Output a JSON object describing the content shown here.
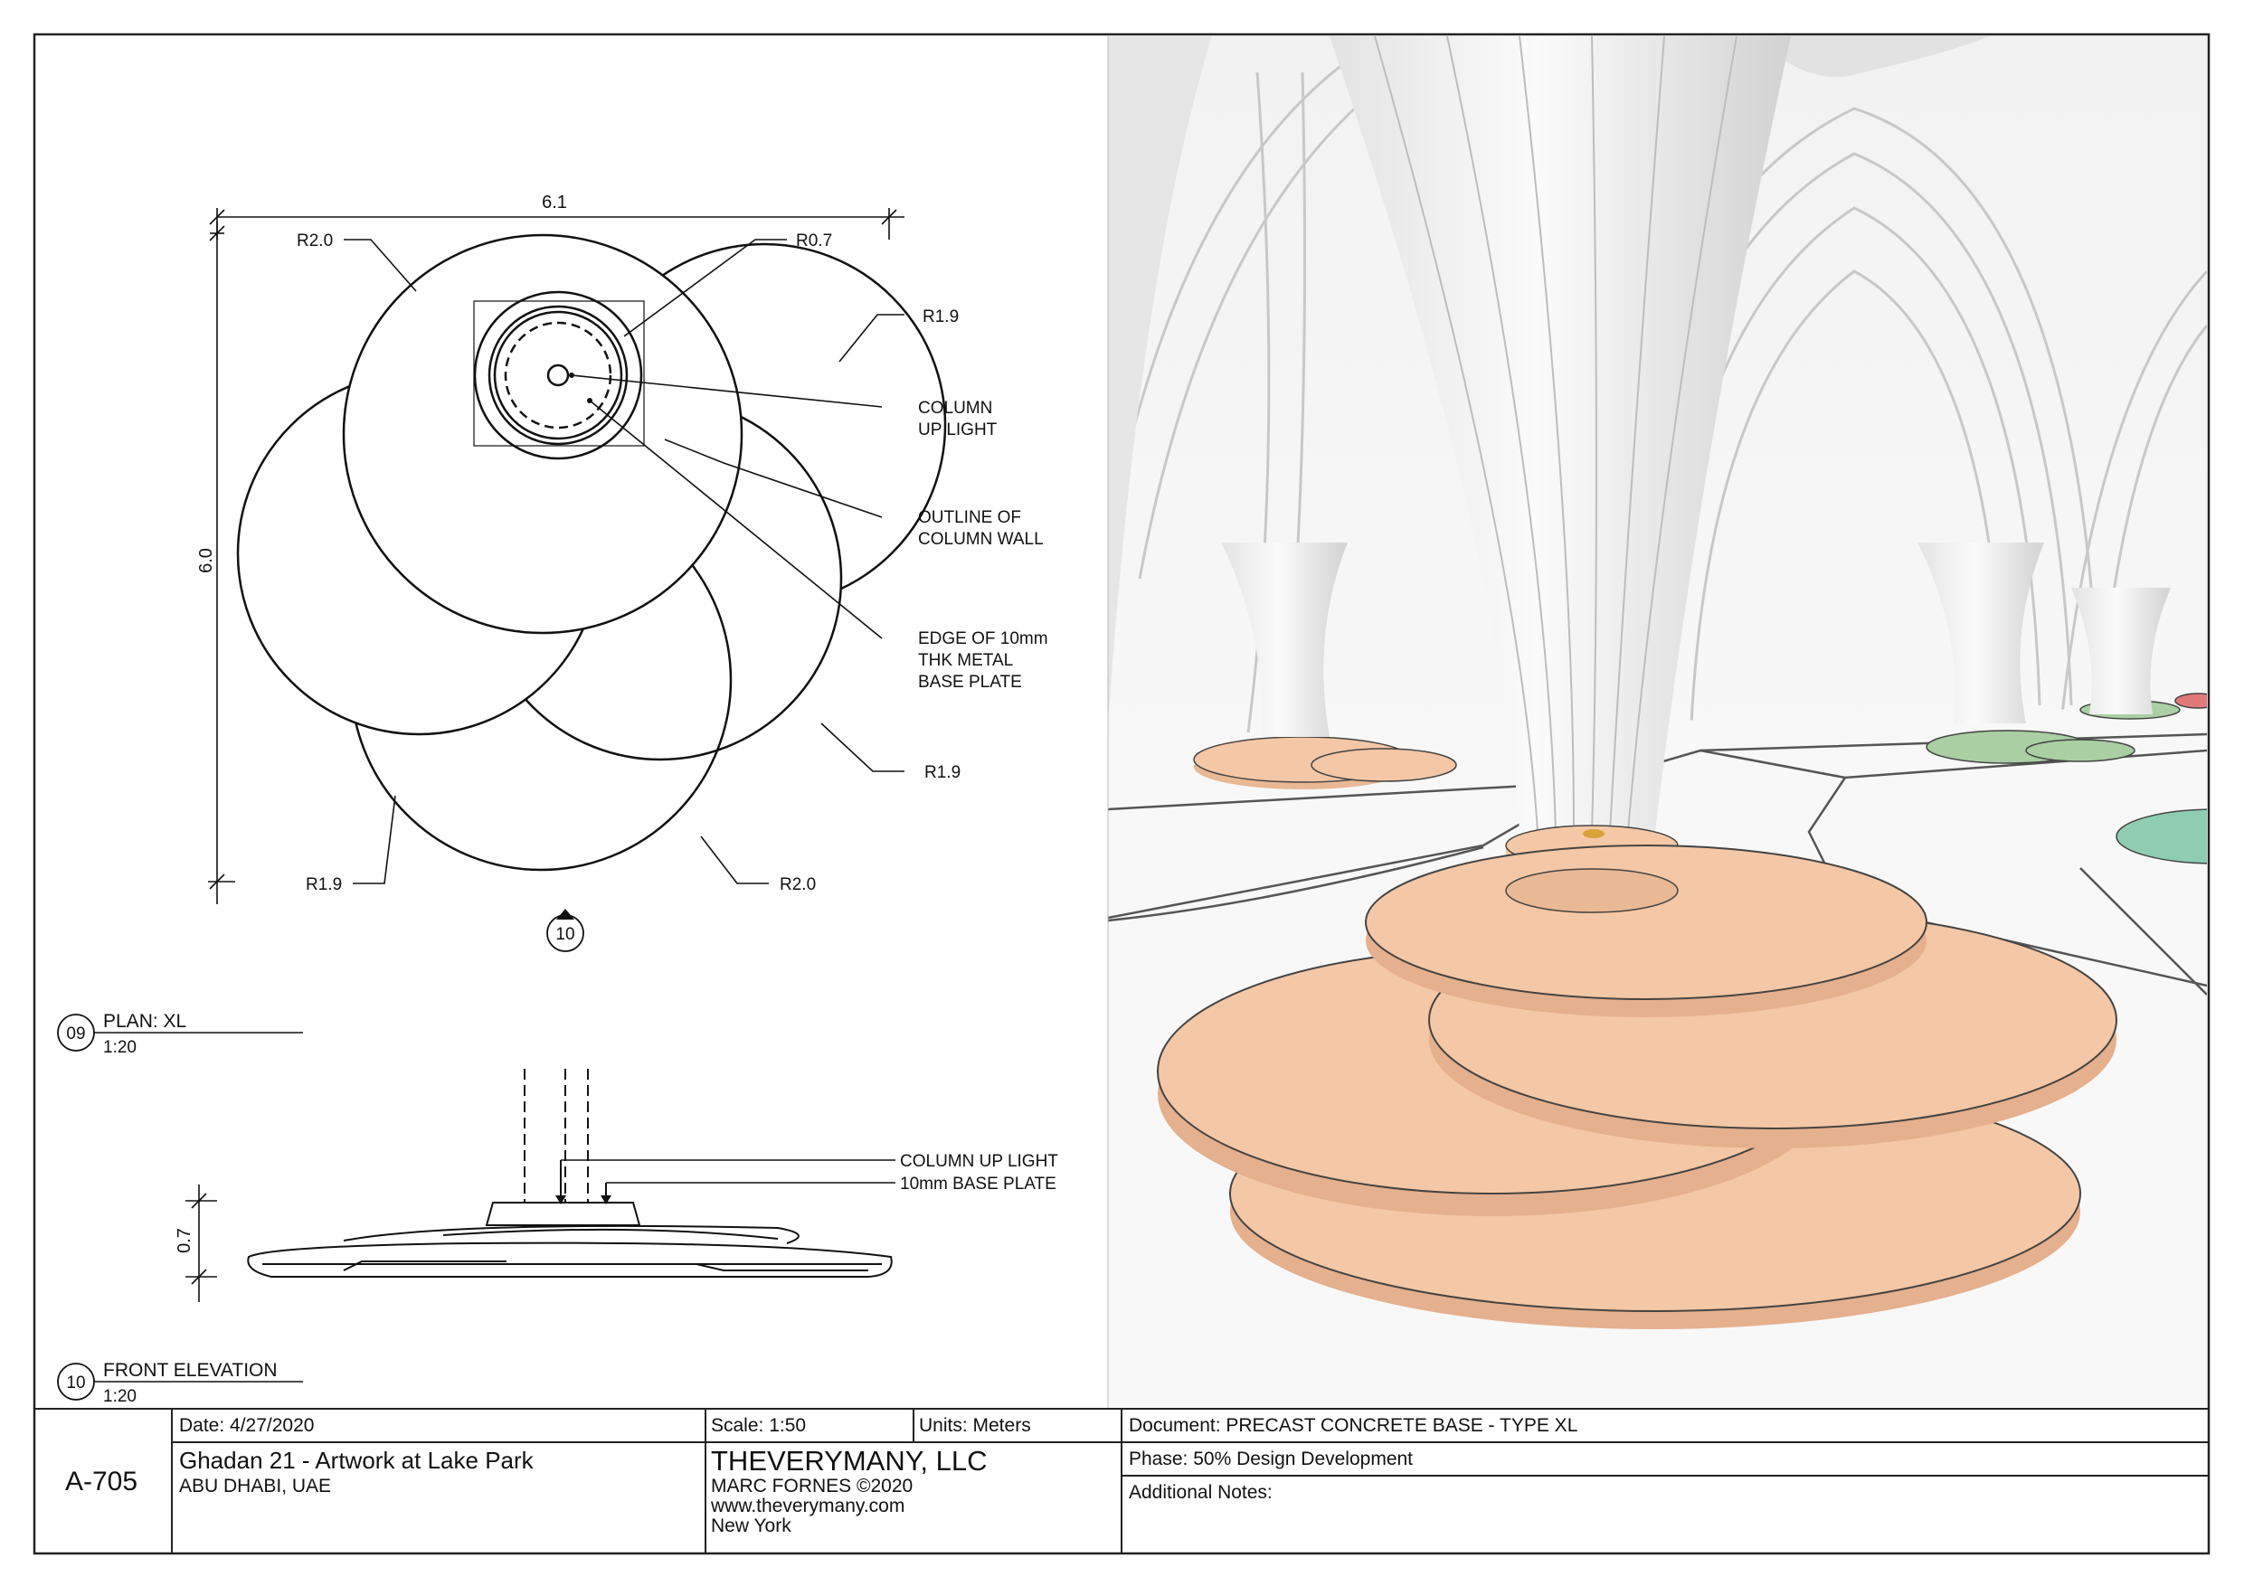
{
  "plan": {
    "overall_width": "6.1",
    "overall_height": "6.0",
    "radius_top_left": "R2.0",
    "radius_light": "R0.7",
    "radius_right_top": "R1.9",
    "radius_right_bottom": "R1.9",
    "radius_bottom_left": "R1.9",
    "radius_bottom_right": "R2.0",
    "callout_column_up_light": [
      "COLUMN",
      "UP LIGHT"
    ],
    "callout_outline": [
      "OUTLINE OF",
      "COLUMN WALL"
    ],
    "callout_edge": [
      "EDGE OF 10mm",
      "THK METAL",
      "BASE PLATE"
    ],
    "section_marker": "10",
    "view_number": "09",
    "view_title": "PLAN: XL",
    "view_scale": "1:20"
  },
  "elevation": {
    "height": "0.7",
    "callout_light": "COLUMN UP LIGHT",
    "callout_plate": "10mm BASE PLATE",
    "view_number": "10",
    "view_title": "FRONT ELEVATION",
    "view_scale": "1:20"
  },
  "render": {
    "base_color": "#f4c7a6",
    "green_color": "#a9cfa2",
    "teal_color": "#8fcdb3",
    "red_color": "#e07a7a"
  },
  "title_block": {
    "sheet_number": "A-705",
    "date": "Date: 4/27/2020",
    "project_name": "Ghadan 21 - Artwork at Lake Park",
    "location": "ABU DHABI, UAE",
    "scale": "Scale: 1:50",
    "units": "Units: Meters",
    "firm_name": "THEVERYMANY, LLC",
    "firm_line1": "MARC FORNES ©2020",
    "firm_line2": "www.theverymany.com",
    "firm_line3": "New York",
    "document": "Document: PRECAST CONCRETE BASE - TYPE XL",
    "phase": "Phase: 50% Design Development",
    "notes": "Additional Notes:"
  }
}
